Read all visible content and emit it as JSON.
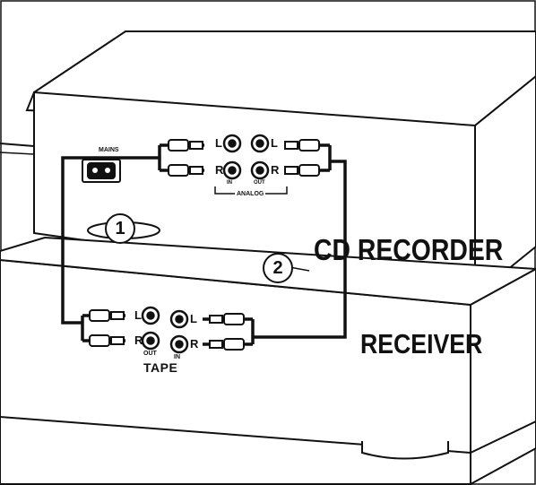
{
  "devices": {
    "cd_recorder": {
      "label": "CD RECORDER",
      "mains": "MAINS",
      "in_out": {
        "in": "IN",
        "out": "OUT"
      },
      "group": "ANALOG",
      "channels": {
        "left": "L",
        "right": "R"
      }
    },
    "receiver": {
      "label": "RECEIVER",
      "group": "TAPE",
      "in_out": {
        "out": "OUT",
        "in": "IN"
      },
      "channels": {
        "left": "L",
        "right": "R"
      }
    }
  },
  "callouts": {
    "one": "1",
    "two": "2"
  },
  "colors": {
    "line": "#111111",
    "paper": "#ffffff"
  }
}
